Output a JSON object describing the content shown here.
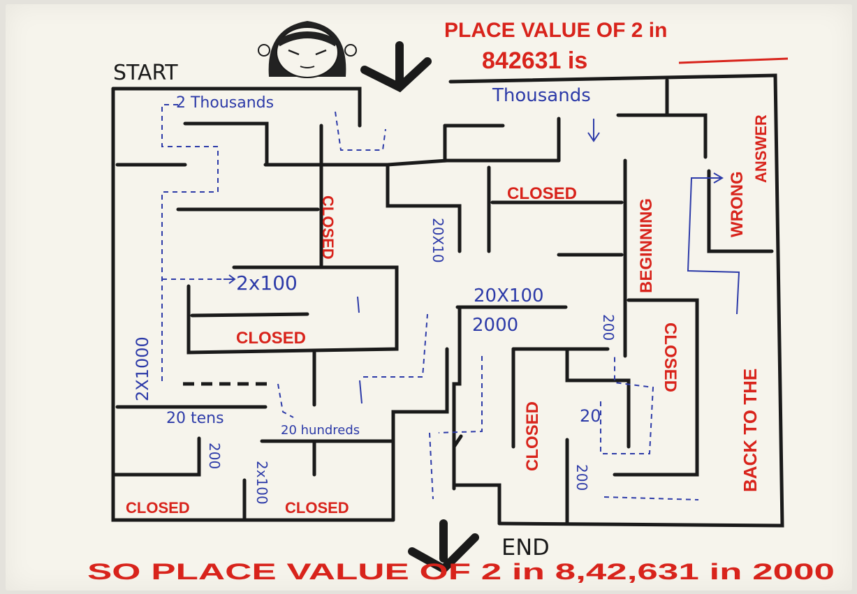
{
  "question": {
    "line1": "PLACE VALUE OF 2 in",
    "line2": "842631 is"
  },
  "start_label": "START",
  "end_label": "END",
  "answer_line": "SO PLACE VALUE OF 2 in 8,42,631 in 2000",
  "path_labels": {
    "two_thousands": "2 Thousands",
    "thousands": "Thousands",
    "two_x_100": "2x100",
    "two_x_1000": "2X1000",
    "twenty_x_10": "20X10",
    "twenty_x_100": "20X100",
    "two_thousand": "2000",
    "twenty_tens": "20 tens",
    "twenty_hundreds": "20 hundreds",
    "two_hundred_a": "200",
    "two_x_100_b": "2x100",
    "two_hundred_b": "200",
    "two_hundred_c": "200",
    "twenty": "20"
  },
  "closed_labels": {
    "closed_1": "CLOSED",
    "closed_2": "CLOSED",
    "closed_3": "CLOSED",
    "closed_4": "CLOSED",
    "closed_5": "CLOSED",
    "closed_6": "CLOSED",
    "closed_7": "CLOSED"
  },
  "side_labels": {
    "beginning": "BEGINNING",
    "wrong_answer_1": "WRONG",
    "wrong_answer_2": "ANSWER",
    "back_to_the": "BACK TO THE"
  },
  "colors": {
    "ink": "#1a1a1a",
    "red": "#d8231b",
    "blue": "#2c3aa8",
    "paper": "#f6f4ec"
  }
}
